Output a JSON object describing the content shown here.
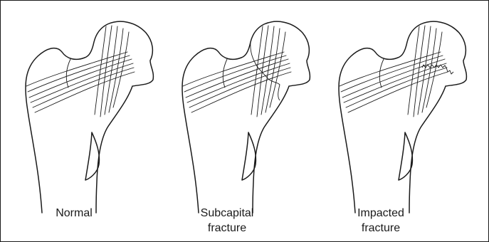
{
  "panels": [
    {
      "id": "normal",
      "caption_lines": [
        "Normal"
      ]
    },
    {
      "id": "subcapital",
      "caption_lines": [
        "Subcapital",
        "fracture"
      ]
    },
    {
      "id": "impacted",
      "caption_lines": [
        "Impacted",
        "fracture"
      ]
    }
  ]
}
